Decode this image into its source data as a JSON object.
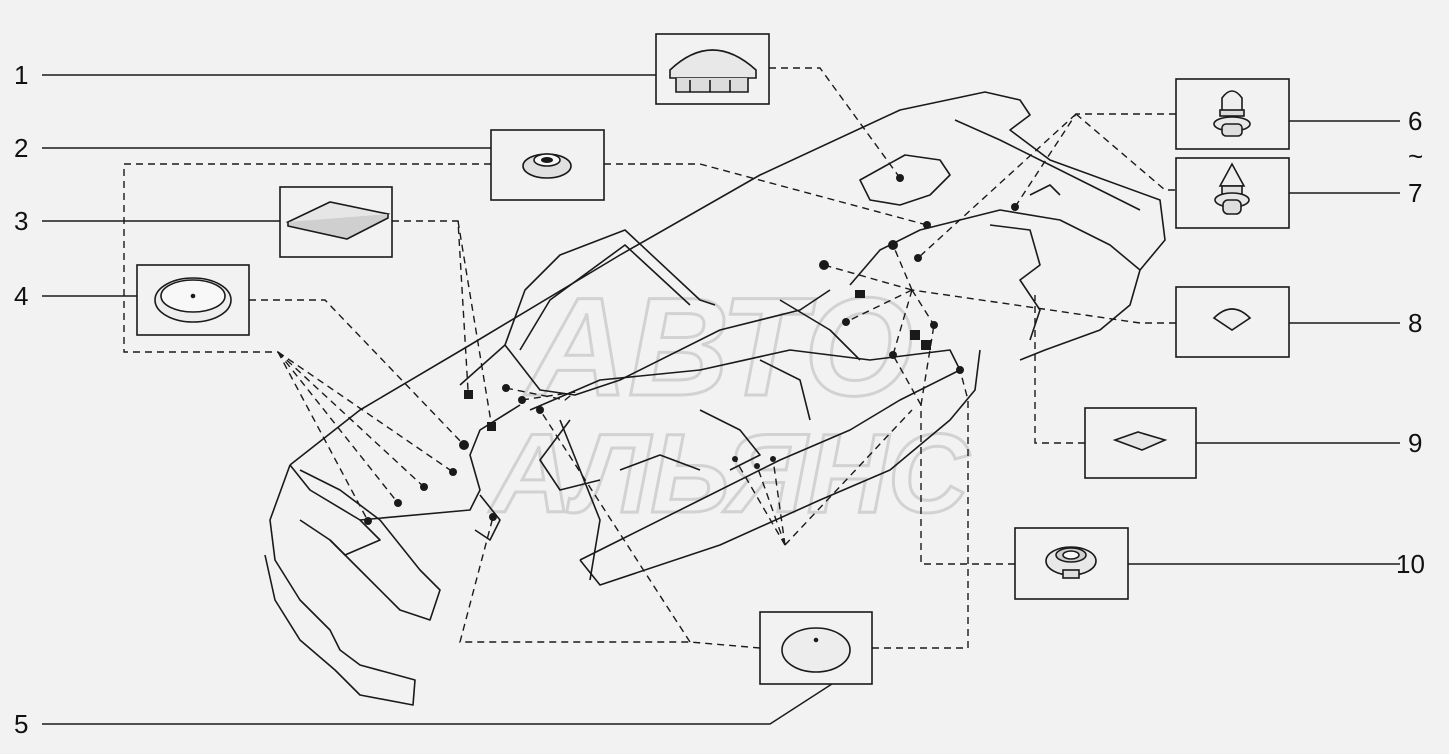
{
  "watermark": {
    "line1": "АВТО",
    "line2": "АЛЬЯНС"
  },
  "callouts": [
    {
      "id": "1",
      "label": "1"
    },
    {
      "id": "2",
      "label": "2"
    },
    {
      "id": "3",
      "label": "3"
    },
    {
      "id": "4",
      "label": "4"
    },
    {
      "id": "5",
      "label": "5"
    },
    {
      "id": "6",
      "label": "6"
    },
    {
      "id": "tilde",
      "label": "~"
    },
    {
      "id": "7",
      "label": "7"
    },
    {
      "id": "8",
      "label": "8"
    },
    {
      "id": "9",
      "label": "9"
    },
    {
      "id": "10",
      "label": "10"
    }
  ],
  "colors": {
    "background": "#f2f2f2",
    "ink": "#1a1a1a",
    "watermark": "#c8c8c8"
  }
}
